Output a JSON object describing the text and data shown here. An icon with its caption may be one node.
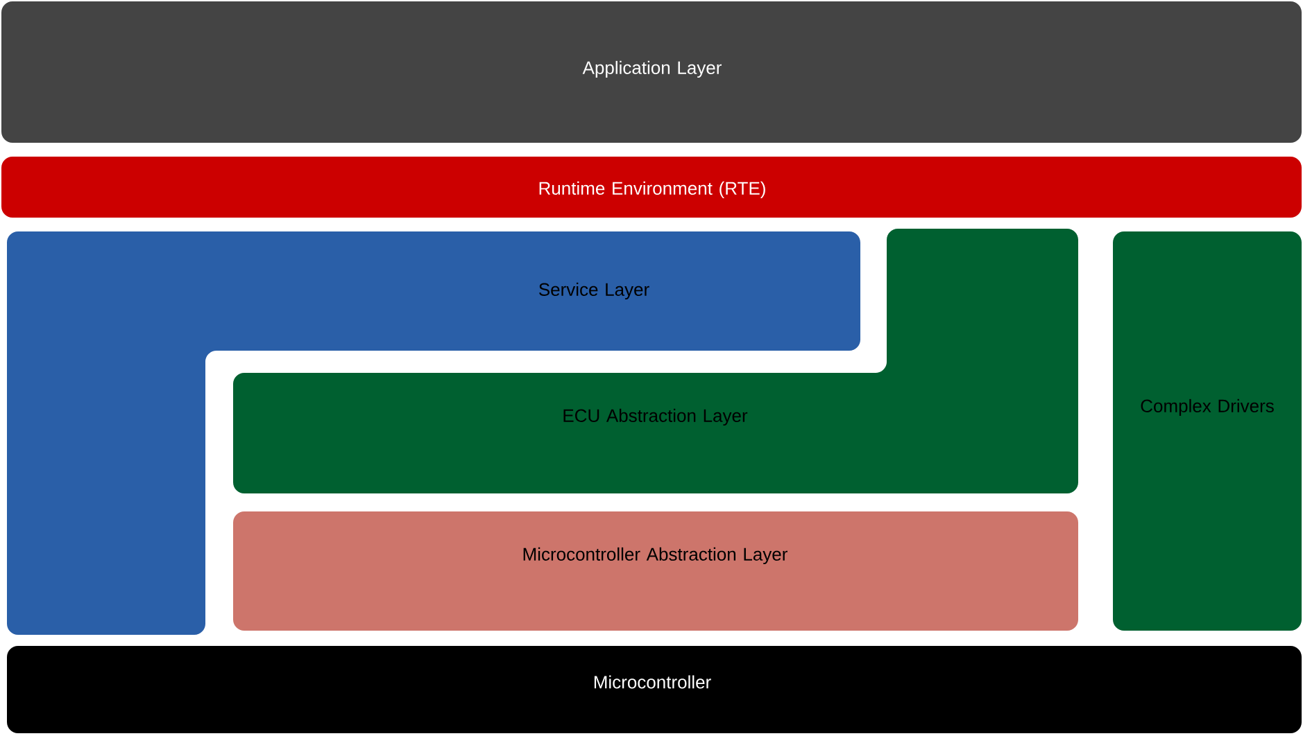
{
  "diagram": {
    "nodes": [
      {
        "text": [
          "Application Layer"
        ]
      },
      {
        "text": [
          "Runtime Environment (RTE)"
        ]
      },
      {
        "text": [
          "Service Layer"
        ]
      },
      {
        "text": [
          "ECU Abstraction Layer"
        ]
      },
      {
        "text": [
          "Microcontroller Abstraction Layer"
        ]
      },
      {
        "text": [
          "Complex Drivers"
        ]
      },
      {
        "text": [
          "Microcontroller"
        ]
      }
    ]
  }
}
